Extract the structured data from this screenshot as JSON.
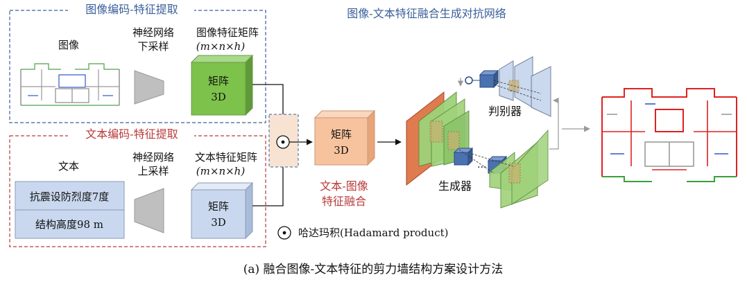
{
  "image_section": {
    "title": "图像编码-特征提取",
    "image_label": "图像",
    "network_label_1": "神经网络",
    "network_label_2": "下采样",
    "feature_label": "图像特征矩阵",
    "feature_dims": "(m×n×h)",
    "cube_label_1": "矩阵",
    "cube_label_2": "3D"
  },
  "text_section": {
    "title": "文本编码-特征提取",
    "text_label": "文本",
    "network_label_1": "神经网络",
    "network_label_2": "上采样",
    "feature_label": "文本特征矩阵",
    "feature_dims": "(m×n×h)",
    "text_item_1": "抗震设防烈度7度",
    "text_item_2": "结构高度98 m",
    "cube_label_1": "矩阵",
    "cube_label_2": "3D"
  },
  "fusion": {
    "cube_label_1": "矩阵",
    "cube_label_2": "3D",
    "label_1": "文本-图像",
    "label_2": "特征融合"
  },
  "gan": {
    "title": "图像-文本特征融合生成对抗网络",
    "discriminator_label": "判别器",
    "generator_label": "生成器"
  },
  "legend": {
    "hadamard": "哈达玛积(Hadamard product)"
  },
  "caption": "(a) 融合图像-文本特征的剪力墙结构方案设计方法",
  "colors": {
    "blue_title": "#3a5f9a",
    "red_title": "#b83a3a",
    "image_cube": "#7dc24b",
    "text_cube": "#c9d8ee",
    "fusion_cube": "#f7c39f",
    "fusion_box": "#f8e3d3",
    "gan_green": "#9fd27a",
    "gan_orange": "#e07b4f",
    "gan_blue": "#4a72b0",
    "plan_red": "#e02020",
    "plan_green": "#3aa03a"
  }
}
